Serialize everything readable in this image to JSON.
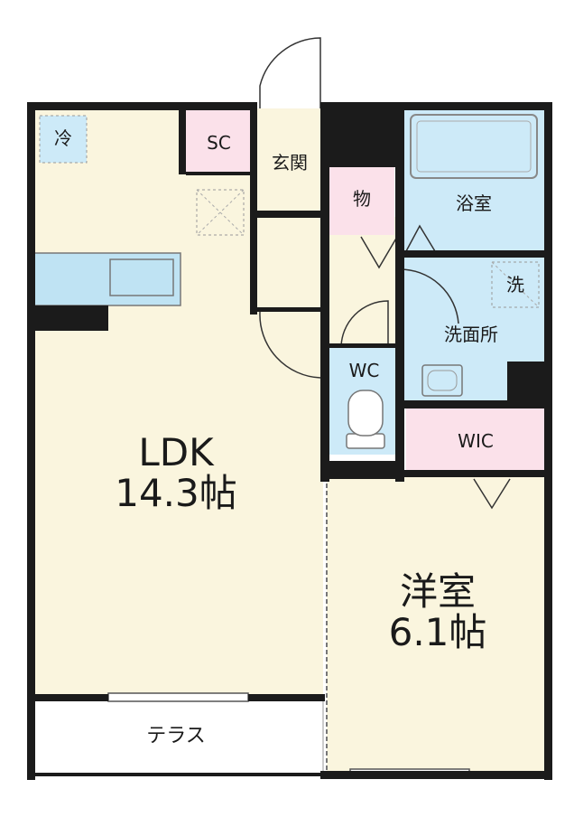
{
  "rooms": {
    "ldk": {
      "name": "LDK",
      "size": "14.3帖"
    },
    "western": {
      "name": "洋室",
      "size": "6.1帖"
    },
    "terrace": "テラス",
    "entrance": "玄関",
    "shoe_closet": "SC",
    "storage": "物",
    "bathroom": "浴室",
    "washroom": "洗面所",
    "toilet": "WC",
    "walk_in_closet": "WIC"
  },
  "fixtures": {
    "fridge": "冷",
    "washer": "洗"
  },
  "colors": {
    "wall": "#1b1b1b",
    "floor_wood": "#faf5de",
    "wet_area": "#cdeaf8",
    "storage": "#fbe1ea",
    "terrace": "#ffffff"
  }
}
